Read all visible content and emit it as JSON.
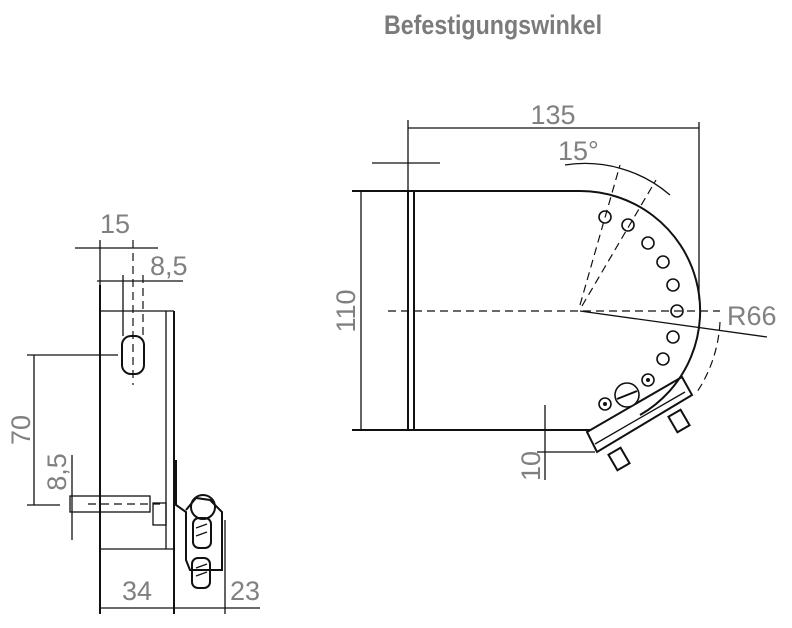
{
  "title": "Befestigungswinkel",
  "side_view": {
    "dimensions": {
      "width_top": "15",
      "slot_width": "8,5",
      "height": "70",
      "pin_dia": "8,5",
      "depth": "34",
      "clamp": "23"
    }
  },
  "front_view": {
    "dimensions": {
      "length": "135",
      "angle": "15°",
      "height": "110",
      "radius": "R66",
      "offset": "10"
    }
  }
}
